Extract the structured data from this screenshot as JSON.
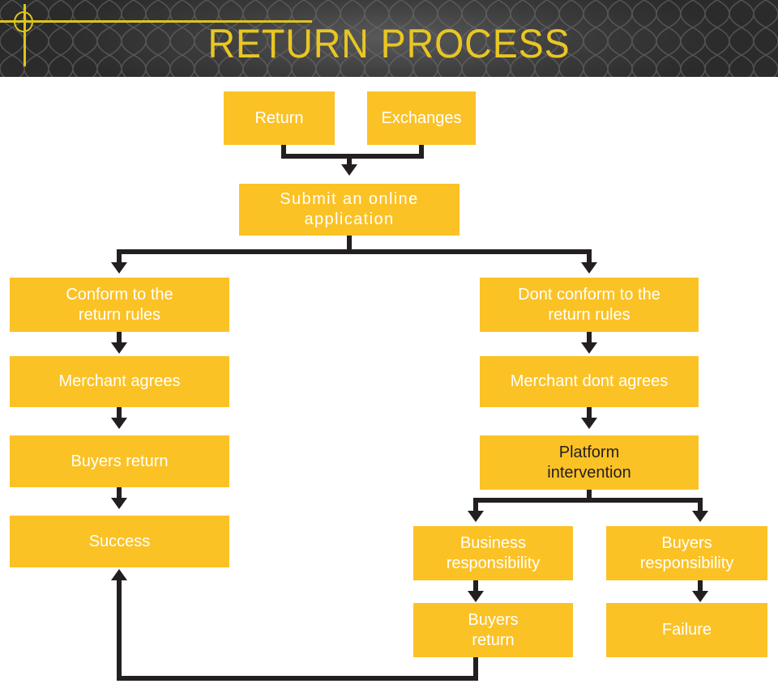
{
  "header": {
    "title": "RETURN PROCESS",
    "title_color": "#e9c623",
    "band_color": "#2b2b2b",
    "accent_color": "#ddc41f"
  },
  "theme": {
    "node_fill": "#fbc226",
    "node_text": "#ffffff",
    "node_text_dark": "#231f20",
    "connector_color": "#231f20",
    "page_background": "#ffffff"
  },
  "flow": {
    "nodes": [
      {
        "id": "return",
        "label": "Return"
      },
      {
        "id": "exchanges",
        "label": "Exchanges"
      },
      {
        "id": "submit",
        "label": "Submit an online\napplication"
      },
      {
        "id": "conform",
        "label": "Conform to the\nreturn rules"
      },
      {
        "id": "dont-conform",
        "label": "Dont conform to the\nreturn rules"
      },
      {
        "id": "merchant-agrees",
        "label": "Merchant agrees"
      },
      {
        "id": "merchant-dont-agrees",
        "label": "Merchant dont agrees"
      },
      {
        "id": "buyers-return-left",
        "label": "Buyers return"
      },
      {
        "id": "platform",
        "label": "Platform\nintervention"
      },
      {
        "id": "success",
        "label": "Success"
      },
      {
        "id": "business-resp",
        "label": "Business\nresponsibility"
      },
      {
        "id": "buyers-resp",
        "label": "Buyers\nresponsibility"
      },
      {
        "id": "buyers-return-right",
        "label": "Buyers\nreturn"
      },
      {
        "id": "failure",
        "label": "Failure"
      }
    ],
    "edges": [
      {
        "from": "return",
        "to": "submit"
      },
      {
        "from": "exchanges",
        "to": "submit"
      },
      {
        "from": "submit",
        "to": "conform"
      },
      {
        "from": "submit",
        "to": "dont-conform"
      },
      {
        "from": "conform",
        "to": "merchant-agrees"
      },
      {
        "from": "merchant-agrees",
        "to": "buyers-return-left"
      },
      {
        "from": "buyers-return-left",
        "to": "success"
      },
      {
        "from": "dont-conform",
        "to": "merchant-dont-agrees"
      },
      {
        "from": "merchant-dont-agrees",
        "to": "platform"
      },
      {
        "from": "platform",
        "to": "business-resp"
      },
      {
        "from": "platform",
        "to": "buyers-resp"
      },
      {
        "from": "business-resp",
        "to": "buyers-return-right"
      },
      {
        "from": "buyers-resp",
        "to": "failure"
      },
      {
        "from": "buyers-return-right",
        "to": "success"
      }
    ]
  }
}
